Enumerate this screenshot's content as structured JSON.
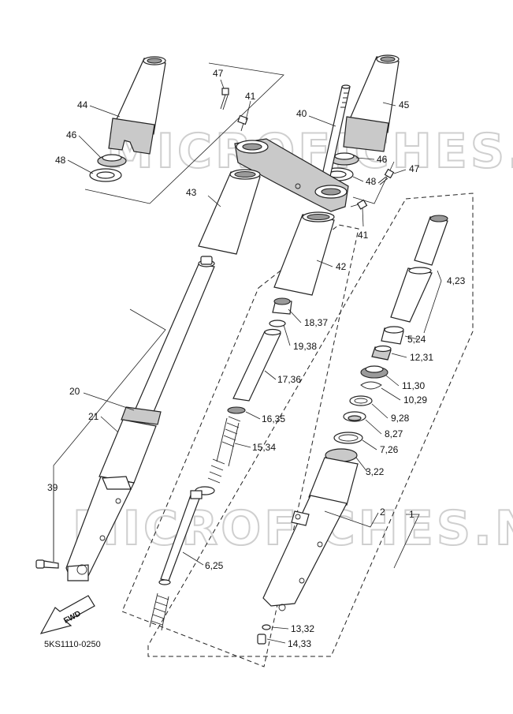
{
  "diagram_code": "5KS1110-0250",
  "fwd_label": "FWD",
  "watermark_text": "MICROFICHES.NET",
  "callouts": [
    {
      "id": "c47a",
      "text": "47"
    },
    {
      "id": "c41a",
      "text": "41"
    },
    {
      "id": "c40",
      "text": "40"
    },
    {
      "id": "c44",
      "text": "44"
    },
    {
      "id": "c45",
      "text": "45"
    },
    {
      "id": "c46a",
      "text": "46"
    },
    {
      "id": "c46b",
      "text": "46"
    },
    {
      "id": "c48a",
      "text": "48"
    },
    {
      "id": "c48b",
      "text": "48"
    },
    {
      "id": "c47b",
      "text": "47"
    },
    {
      "id": "c43",
      "text": "43"
    },
    {
      "id": "c41b",
      "text": "41"
    },
    {
      "id": "c42",
      "text": "42"
    },
    {
      "id": "c4_23",
      "text": "4,23"
    },
    {
      "id": "c18_37",
      "text": "18,37"
    },
    {
      "id": "c19_38",
      "text": "19,38"
    },
    {
      "id": "c5_24",
      "text": "5,24"
    },
    {
      "id": "c12_31",
      "text": "12,31"
    },
    {
      "id": "c17_36",
      "text": "17,36"
    },
    {
      "id": "c11_30",
      "text": "11,30"
    },
    {
      "id": "c10_29",
      "text": "10,29"
    },
    {
      "id": "c20",
      "text": "20"
    },
    {
      "id": "c9_28",
      "text": "9,28"
    },
    {
      "id": "c16_35",
      "text": "16,35"
    },
    {
      "id": "c21",
      "text": "21"
    },
    {
      "id": "c8_27",
      "text": "8,27"
    },
    {
      "id": "c15_34",
      "text": "15,34"
    },
    {
      "id": "c7_26",
      "text": "7,26"
    },
    {
      "id": "c3_22",
      "text": "3,22"
    },
    {
      "id": "c39",
      "text": "39"
    },
    {
      "id": "c2",
      "text": "2"
    },
    {
      "id": "c1",
      "text": "1"
    },
    {
      "id": "c6_25",
      "text": "6,25"
    },
    {
      "id": "c13_32",
      "text": "13,32"
    },
    {
      "id": "c14_33",
      "text": "14,33"
    }
  ]
}
